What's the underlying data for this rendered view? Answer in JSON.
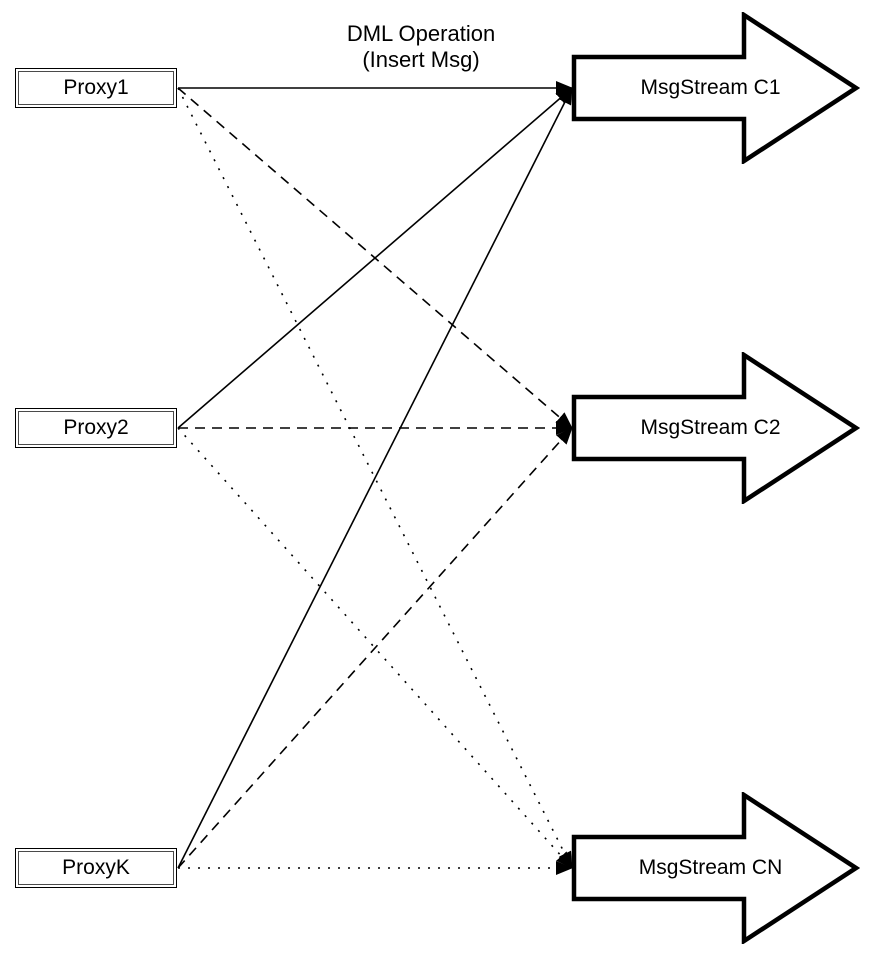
{
  "diagram": {
    "annotation": {
      "line1": "DML Operation",
      "line2": "(Insert Msg)"
    },
    "proxies": [
      {
        "id": "proxy1",
        "label": "Proxy1"
      },
      {
        "id": "proxy2",
        "label": "Proxy2"
      },
      {
        "id": "proxyk",
        "label": "ProxyK"
      }
    ],
    "streams": [
      {
        "id": "c1",
        "label": "MsgStream C1"
      },
      {
        "id": "c2",
        "label": "MsgStream C2"
      },
      {
        "id": "cn",
        "label": "MsgStream CN"
      }
    ],
    "connections": [
      {
        "from": "proxy1",
        "to": "c1",
        "style": "solid"
      },
      {
        "from": "proxy1",
        "to": "c2",
        "style": "dashed"
      },
      {
        "from": "proxy1",
        "to": "cn",
        "style": "dotted"
      },
      {
        "from": "proxy2",
        "to": "c1",
        "style": "solid"
      },
      {
        "from": "proxy2",
        "to": "c2",
        "style": "dashed"
      },
      {
        "from": "proxy2",
        "to": "cn",
        "style": "dotted"
      },
      {
        "from": "proxyk",
        "to": "c1",
        "style": "solid"
      },
      {
        "from": "proxyk",
        "to": "c2",
        "style": "dashed"
      },
      {
        "from": "proxyk",
        "to": "cn",
        "style": "dotted"
      }
    ],
    "colors": {
      "stroke": "#000000",
      "fill": "#ffffff",
      "background": "#ffffff"
    }
  }
}
